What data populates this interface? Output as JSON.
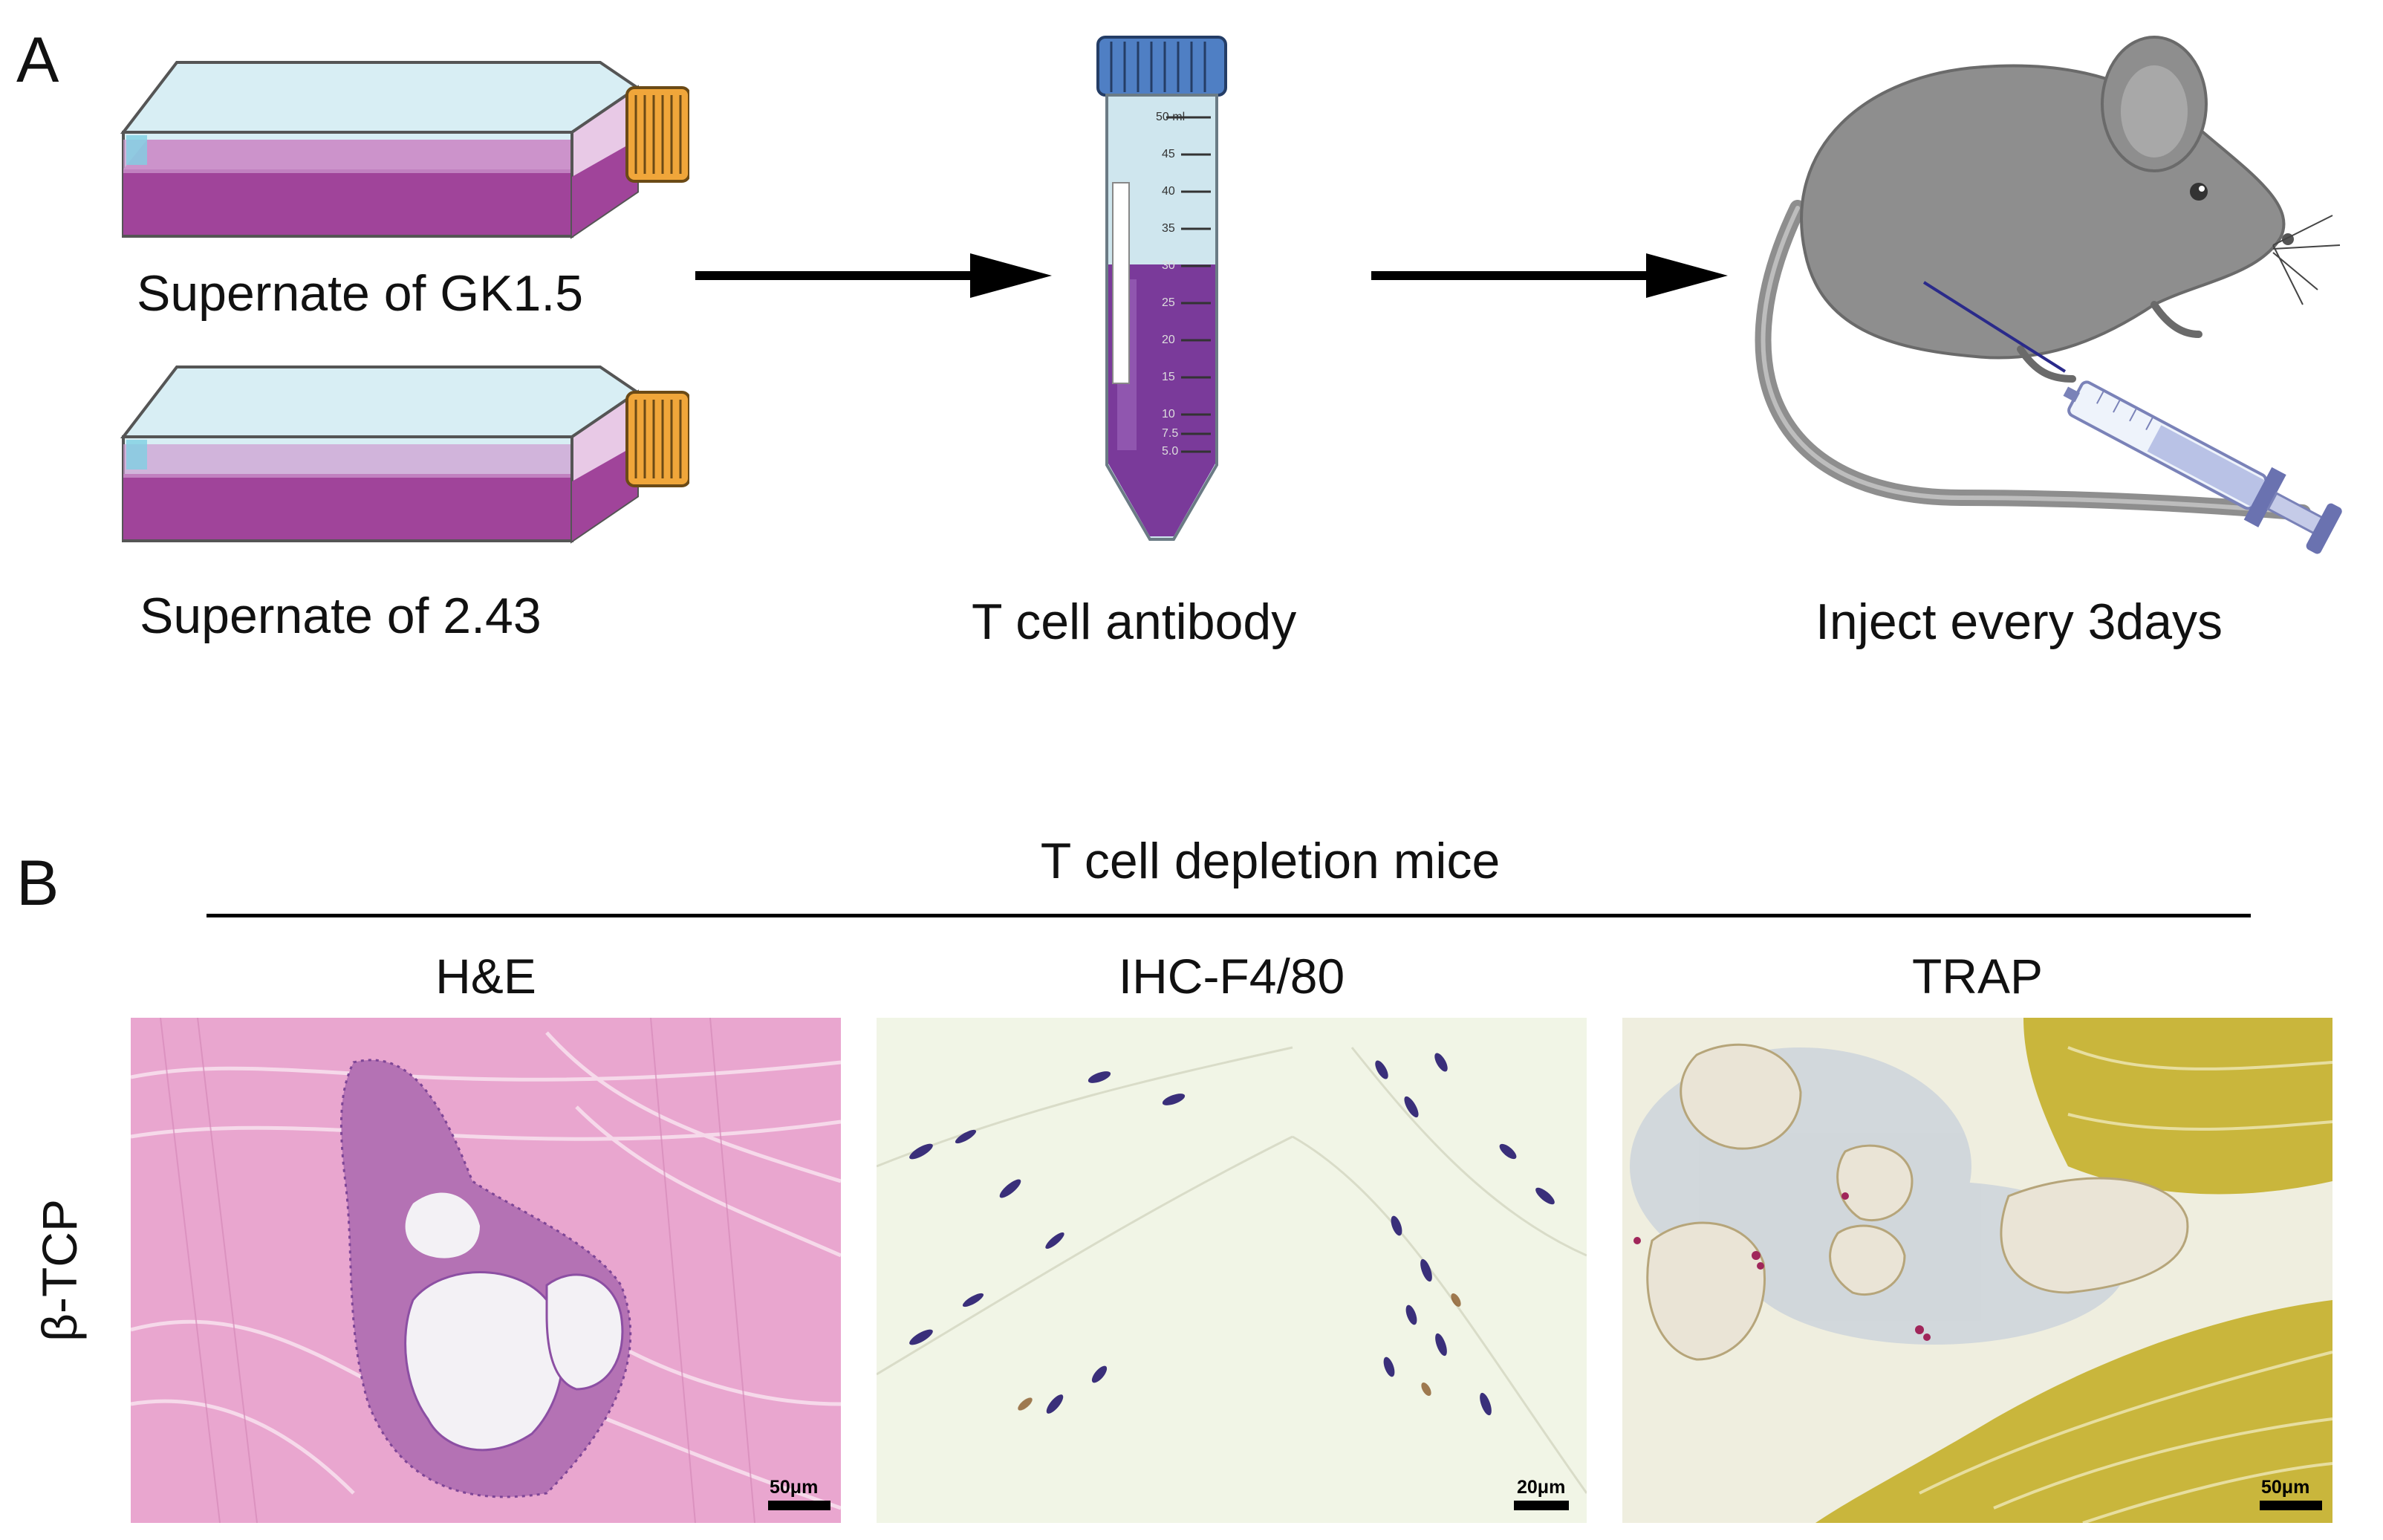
{
  "panelA": {
    "letter": "A",
    "flask_label_1": "Supernate of GK1.5",
    "flask_label_2": "Supernate of 2.43",
    "tube_label": "T cell antibody",
    "mouse_label": "Inject every 3days",
    "tube_ticks": [
      "50 ml",
      "45",
      "40",
      "35",
      "30",
      "25",
      "20",
      "15",
      "10",
      "7.5",
      "5.0"
    ]
  },
  "panelB": {
    "letter": "B",
    "group_title": "T cell depletion mice",
    "row_label": "β-TCP",
    "columns": [
      {
        "title": "H&E",
        "scale": "50μm"
      },
      {
        "title": "IHC-F4/80",
        "scale": "20μm"
      },
      {
        "title": "TRAP",
        "scale": "50μm"
      }
    ]
  },
  "colors": {
    "flask_media": "#a0449a",
    "flask_glass": "#b9e3ec",
    "cap_orange": "#f0a63a",
    "tube_cap": "#4f7fc4",
    "tube_liquid": "#7a3a9a",
    "mouse_gray": "#8e8e8e",
    "he_pink": "#e9a6cf",
    "ihc_bg": "#f1f5e6",
    "trap_yellow": "#c9b63c"
  }
}
